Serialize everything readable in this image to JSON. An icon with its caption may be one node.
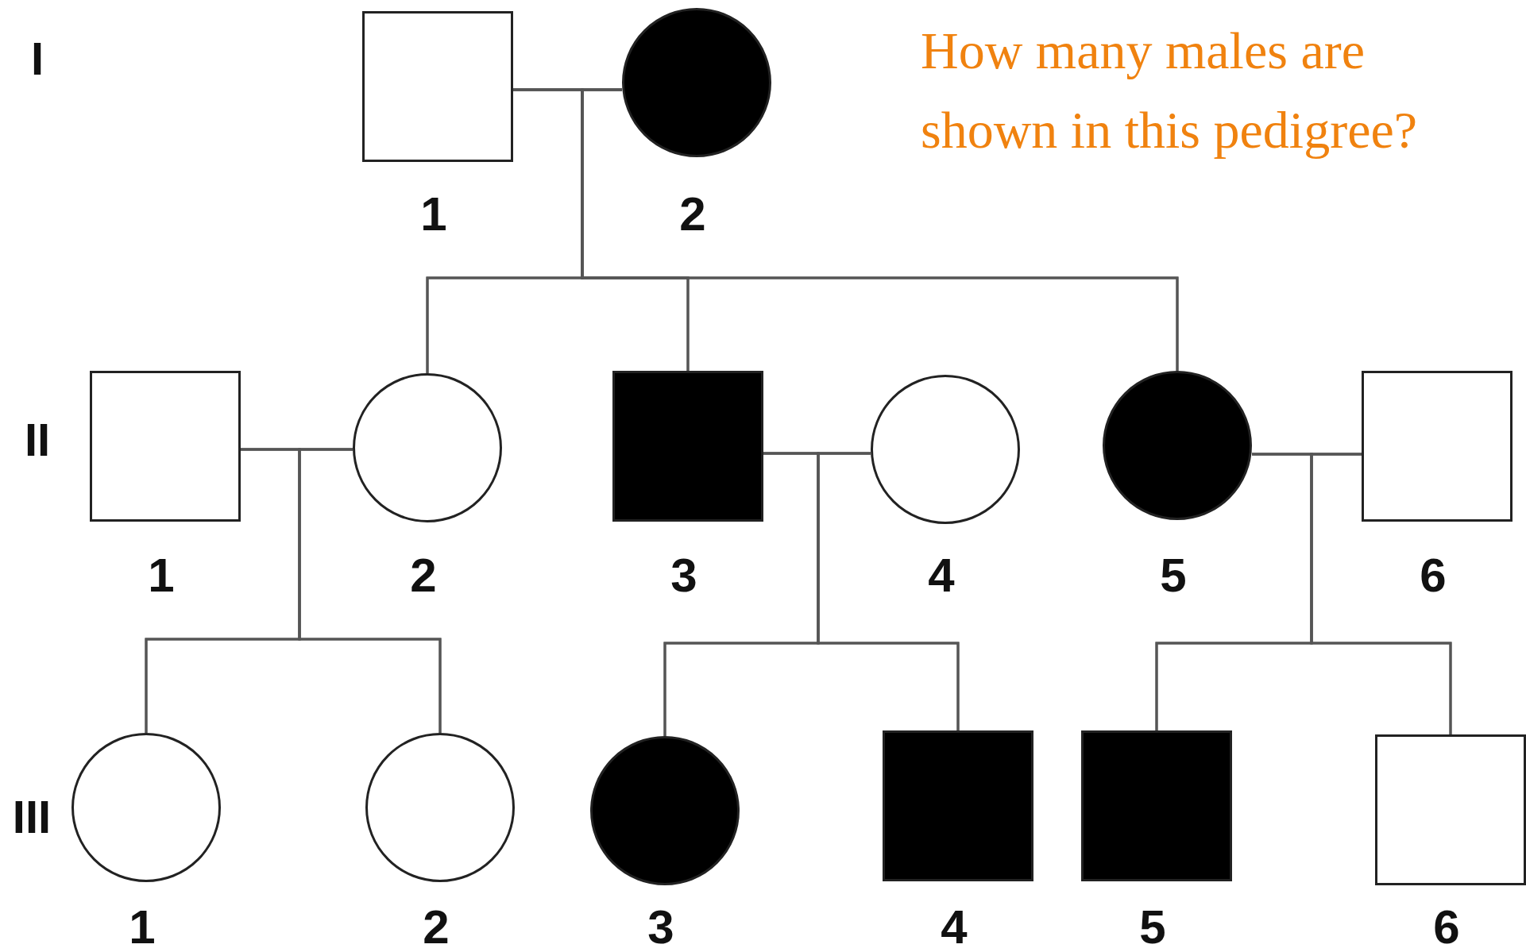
{
  "diagram": {
    "title": "How many males are shown in this pedigree?",
    "nodes": [
      {
        "text": [],
        "shape": "box",
        "beside": [
          "1"
        ]
      },
      {
        "text": [],
        "shape": "filled-circle",
        "beside": [
          "2"
        ]
      },
      {
        "text": [],
        "shape": "box",
        "beside": [
          "1"
        ]
      },
      {
        "text": [],
        "shape": "circle",
        "beside": [
          "2"
        ]
      },
      {
        "text": [],
        "shape": "filled-box",
        "beside": [
          "3"
        ]
      },
      {
        "text": [],
        "shape": "circle",
        "beside": [
          "4"
        ]
      },
      {
        "text": [],
        "shape": "filled-circle",
        "beside": [
          "5"
        ]
      },
      {
        "text": [],
        "shape": "box",
        "beside": [
          "6"
        ]
      },
      {
        "text": [],
        "shape": "circle",
        "beside": [
          "1"
        ]
      },
      {
        "text": [],
        "shape": "circle",
        "beside": [
          "2"
        ]
      },
      {
        "text": [],
        "shape": "filled-circle",
        "beside": [
          "3"
        ]
      },
      {
        "text": [],
        "shape": "filled-box",
        "beside": [
          "4"
        ]
      },
      {
        "text": [],
        "shape": "filled-box",
        "beside": [
          "5"
        ]
      },
      {
        "text": [],
        "shape": "box",
        "beside": [
          "6"
        ]
      }
    ],
    "edges": [
      {
        "from": 0,
        "to": 1,
        "arrow": "none"
      },
      {
        "from": 0,
        "to": 3,
        "arrow": "none"
      },
      {
        "from": 1,
        "to": 3,
        "arrow": "none"
      },
      {
        "from": 0,
        "to": 4,
        "arrow": "none"
      },
      {
        "from": 1,
        "to": 4,
        "arrow": "none"
      },
      {
        "from": 0,
        "to": 6,
        "arrow": "none"
      },
      {
        "from": 1,
        "to": 6,
        "arrow": "none"
      },
      {
        "from": 2,
        "to": 3,
        "arrow": "none"
      },
      {
        "from": 2,
        "to": 8,
        "arrow": "none"
      },
      {
        "from": 3,
        "to": 8,
        "arrow": "none"
      },
      {
        "from": 2,
        "to": 9,
        "arrow": "none"
      },
      {
        "from": 3,
        "to": 9,
        "arrow": "none"
      },
      {
        "from": 4,
        "to": 5,
        "arrow": "none"
      },
      {
        "from": 4,
        "to": 10,
        "arrow": "none"
      },
      {
        "from": 5,
        "to": 10,
        "arrow": "none"
      },
      {
        "from": 4,
        "to": 11,
        "arrow": "none"
      },
      {
        "from": 5,
        "to": 11,
        "arrow": "none"
      },
      {
        "from": 6,
        "to": 7,
        "arrow": "none"
      },
      {
        "from": 6,
        "to": 12,
        "arrow": "none"
      },
      {
        "from": 7,
        "to": 12,
        "arrow": "none"
      },
      {
        "from": 6,
        "to": 13,
        "arrow": "none"
      },
      {
        "from": 7,
        "to": 13,
        "arrow": "none"
      }
    ],
    "labels": [
      "I",
      "II",
      "III"
    ]
  }
}
